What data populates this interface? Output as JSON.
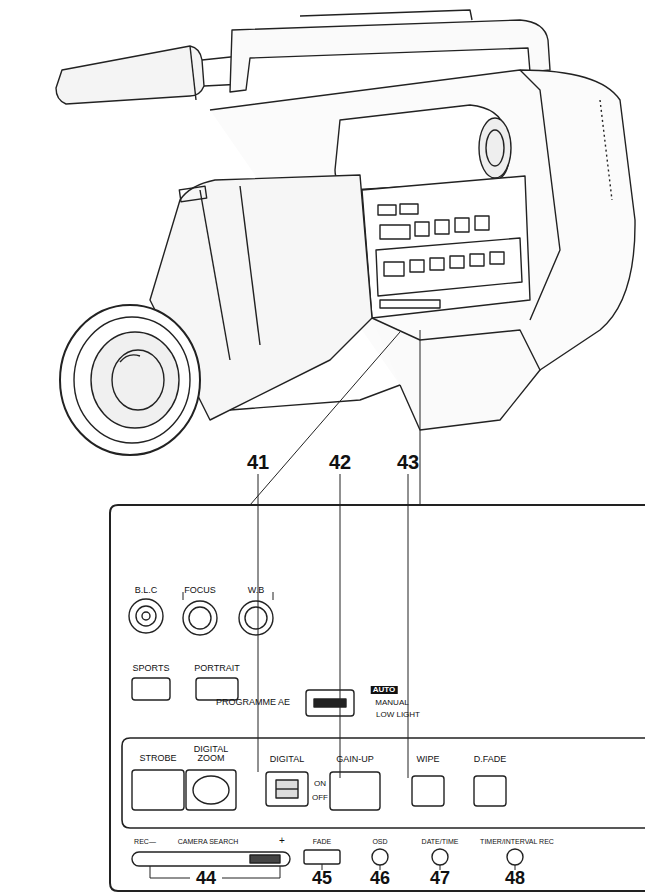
{
  "diagram": {
    "labels": [
      "41",
      "42",
      "43",
      "B.L.C",
      "FOCUS",
      "W.B",
      "SPORTS",
      "PORTRAIT",
      "PROGRAMME AE",
      "AUTO",
      "MANUAL",
      "LOW LIGHT",
      "STROBE",
      "DIGITAL ZOOM",
      "DIGITAL",
      "ON",
      "OFF",
      "GAIN-UP",
      "WIPE",
      "D.FADE",
      "REC—",
      "CAMERA SEARCH",
      "+",
      "FADE",
      "OSD",
      "DATE/TIME",
      "TIMER/INTERVAL REC",
      "44",
      "45",
      "46",
      "47",
      "48"
    ]
  }
}
